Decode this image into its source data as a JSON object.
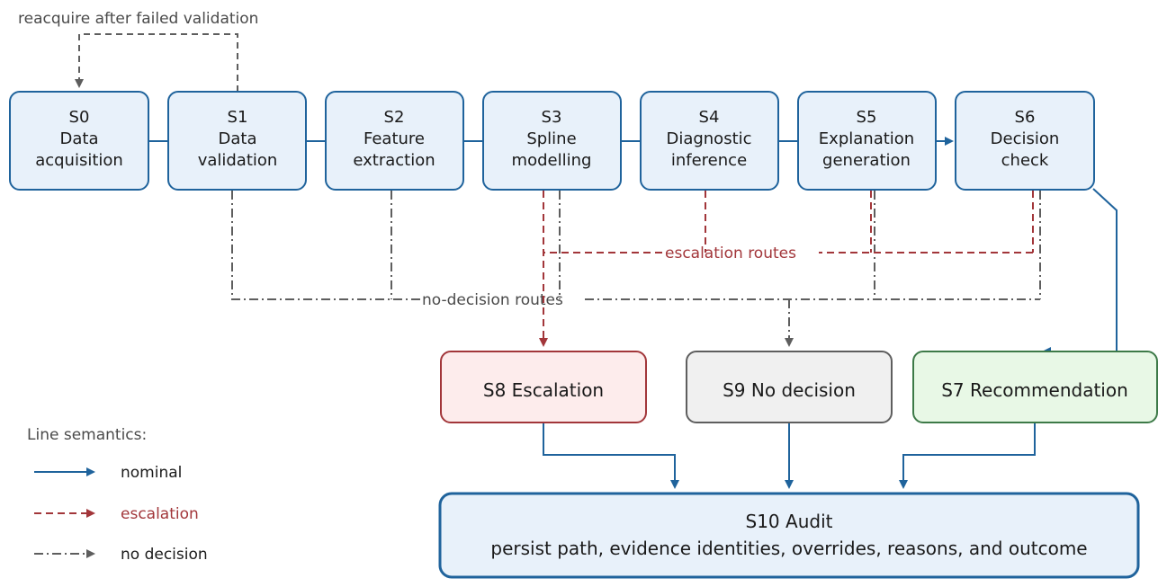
{
  "feedback_label": "reacquire after failed validation",
  "stages": [
    {
      "id": "S0",
      "lines": [
        "Data",
        "acquisition"
      ]
    },
    {
      "id": "S1",
      "lines": [
        "Data",
        "validation"
      ]
    },
    {
      "id": "S2",
      "lines": [
        "Feature",
        "extraction"
      ]
    },
    {
      "id": "S3",
      "lines": [
        "Spline",
        "modelling"
      ]
    },
    {
      "id": "S4",
      "lines": [
        "Diagnostic",
        "inference"
      ]
    },
    {
      "id": "S5",
      "lines": [
        "Explanation",
        "generation"
      ]
    },
    {
      "id": "S6",
      "lines": [
        "Decision",
        "check"
      ]
    }
  ],
  "routes": {
    "escalation_label": "escalation routes",
    "no_decision_label": "no-decision routes"
  },
  "outcomes": {
    "escalation": "S8 Escalation",
    "no_decision": "S9 No decision",
    "recommendation": "S7 Recommendation"
  },
  "audit": {
    "title": "S10 Audit",
    "subtitle": "persist path, evidence identities, overrides, reasons, and outcome"
  },
  "legend": {
    "title": "Line semantics:",
    "nominal": "nominal",
    "escalation": "escalation",
    "no_decision": "no decision"
  },
  "colors": {
    "nominal": "#1f639c",
    "escalation": "#a2363a",
    "no_decision": "#5e5e5e",
    "stage_fill": "#e8f1fa",
    "escalation_fill": "#fdecec",
    "no_decision_fill": "#f0f0f0",
    "recommendation_fill": "#e8f8e6",
    "recommendation_stroke": "#3d7a48",
    "audit_fill": "#e8f1fa"
  }
}
